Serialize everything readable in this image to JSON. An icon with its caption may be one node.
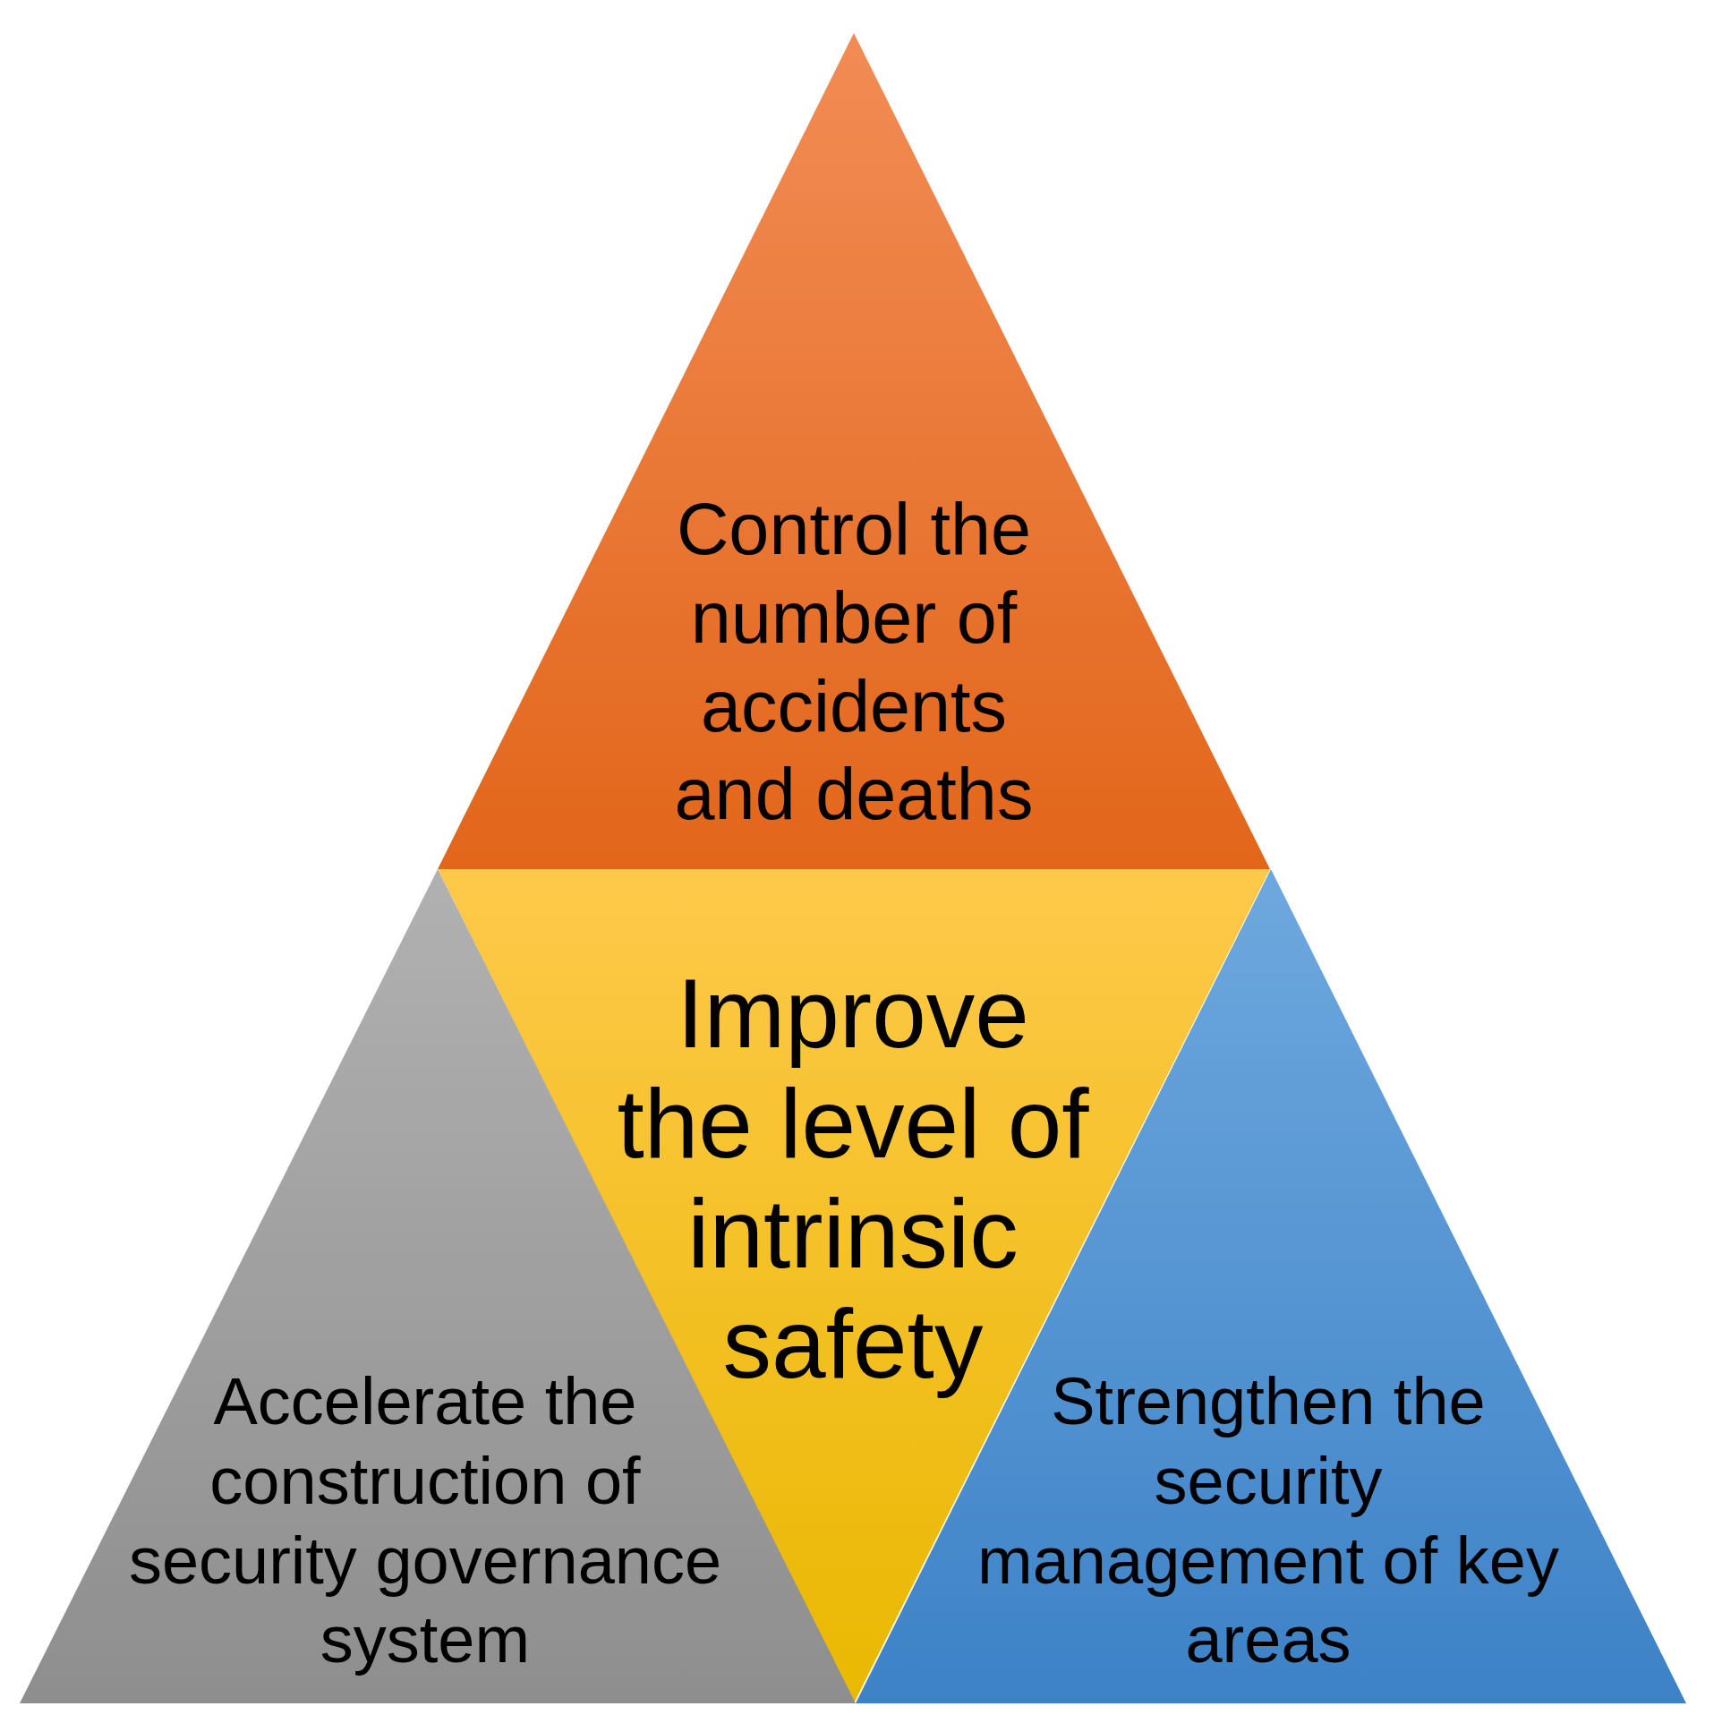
{
  "diagram": {
    "nodes": [
      {
        "text": [
          "Control the number of accidents and deaths"
        ]
      },
      {
        "text": [
          "Improve the level of intrinsic safety"
        ]
      },
      {
        "text": [
          "Accelerate the construction of security governance system"
        ]
      },
      {
        "text": [
          "Strengthen the security management of key areas"
        ]
      }
    ]
  }
}
